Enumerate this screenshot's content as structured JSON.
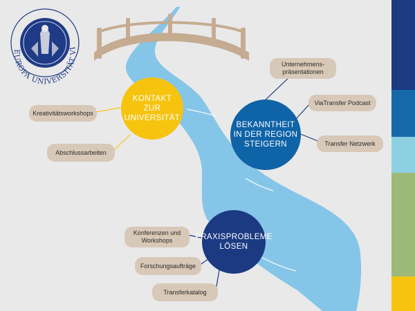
{
  "seal": {
    "text": "EUROPA UNIVERSITÄT VIADRINA"
  },
  "hubs": {
    "kontakt": {
      "label": "KONTAKT\nZUR\nUNIVERSITÄT",
      "color": "#f6c40f"
    },
    "bekanntheit": {
      "label": "BEKANNTHEIT\nIN DER REGION\nSTEIGERN",
      "color": "#0f63a7"
    },
    "praxis": {
      "label": "PRAXISPROBLEME\nLÖSEN",
      "color": "#1b3a82"
    }
  },
  "items": {
    "kreativ": "Kreativitätsworkshops",
    "abschluss": "Abschlussarbeiten",
    "unternehmens": "Unternehmens-\npräsentationen",
    "podcast": "ViaTransfer Podcast",
    "netzwerk": "Transfer Netzwerk",
    "konferenzen": "Konferenzen und\nWorkshops",
    "forschung": "Forschungsaufträge",
    "katalog": "Transferkatalog"
  },
  "colors": {
    "background": "#e9e9ea",
    "river": "#7fc3e8",
    "bridge": "#c5ac91",
    "pill": "#d8c8b7",
    "band_navy": "#1b3a82",
    "band_blue": "#1669a8",
    "band_light": "#8dd0e2",
    "band_green": "#9db97a",
    "band_yellow": "#f6c40f"
  }
}
